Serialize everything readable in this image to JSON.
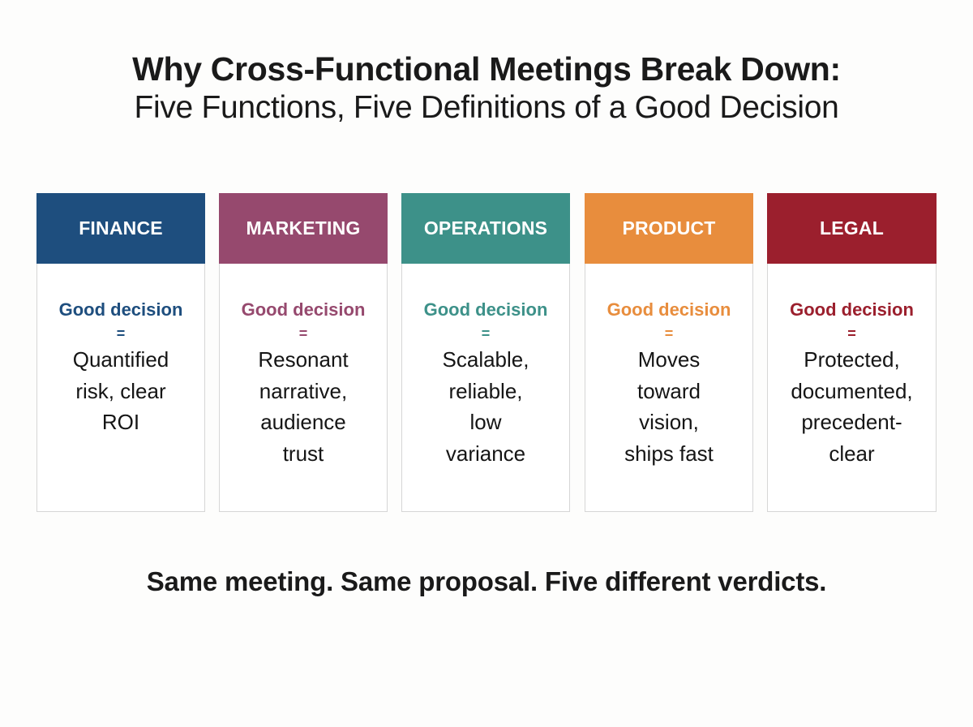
{
  "title": "Why Cross-Functional Meetings Break Down:",
  "subtitle": "Five Functions, Five Definitions of a Good Decision",
  "cards": [
    {
      "function": "FINANCE",
      "color": "#1e4e7e",
      "label": "Good decision",
      "equals": "=",
      "definition_lines": [
        "Quantified",
        "risk, clear",
        "ROI"
      ]
    },
    {
      "function": "MARKETING",
      "color": "#96496e",
      "label": "Good decision",
      "equals": "=",
      "definition_lines": [
        "Resonant",
        "narrative,",
        "audience",
        "trust"
      ]
    },
    {
      "function": "OPERATIONS",
      "color": "#3d9189",
      "label": "Good decision",
      "equals": "=",
      "definition_lines": [
        "Scalable,",
        "reliable,",
        "low",
        "variance"
      ]
    },
    {
      "function": "PRODUCT",
      "color": "#e88d3d",
      "label": "Good decision",
      "equals": "=",
      "definition_lines": [
        "Moves",
        "toward",
        "vision,",
        "ships fast"
      ]
    },
    {
      "function": "LEGAL",
      "color": "#9b1f2d",
      "label": "Good decision",
      "equals": "=",
      "definition_lines": [
        "Protected,",
        "documented,",
        "precedent-",
        "clear"
      ]
    }
  ],
  "footer": "Same meeting. Same proposal. Five different verdicts."
}
